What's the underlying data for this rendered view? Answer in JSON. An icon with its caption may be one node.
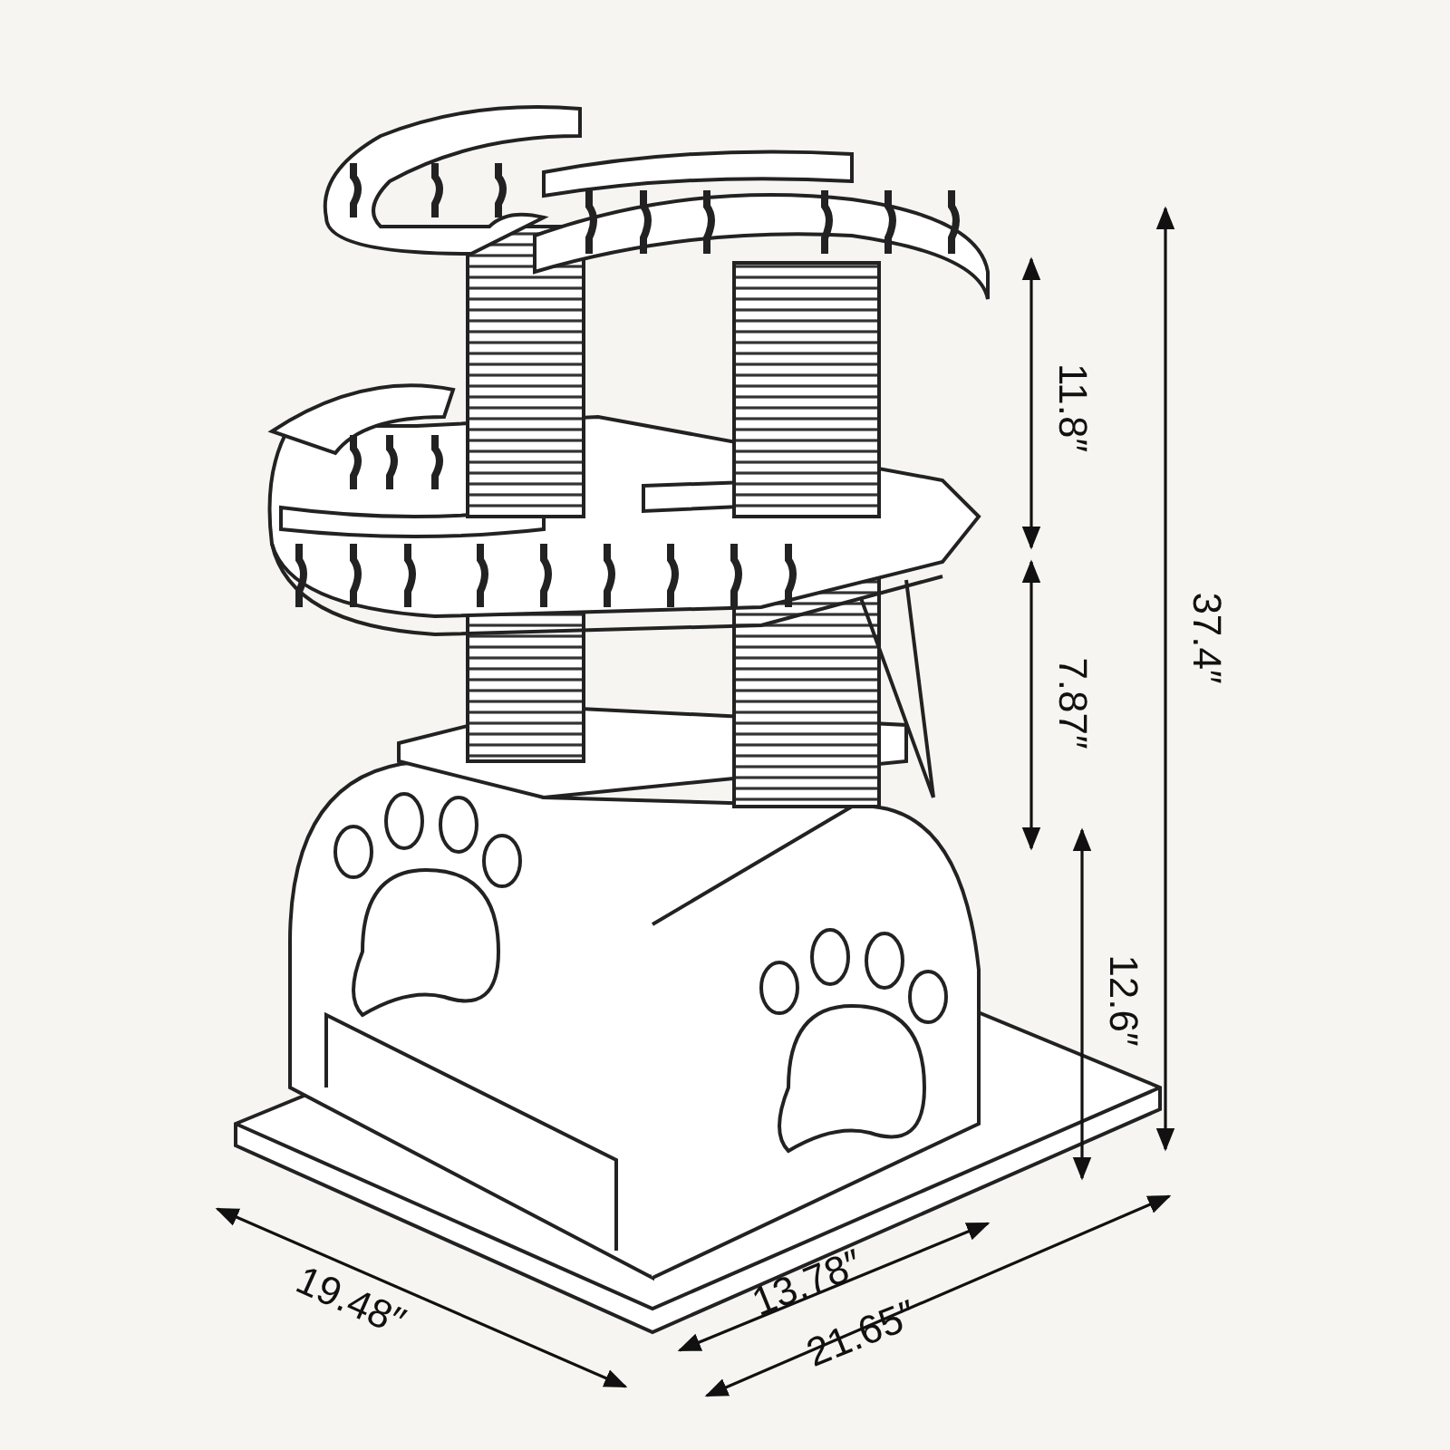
{
  "diagram": {
    "labels": [
      "11.8″",
      "7.87″",
      "37.4″",
      "12.6″",
      "19.48″",
      "13.78″",
      "21.65″"
    ]
  }
}
